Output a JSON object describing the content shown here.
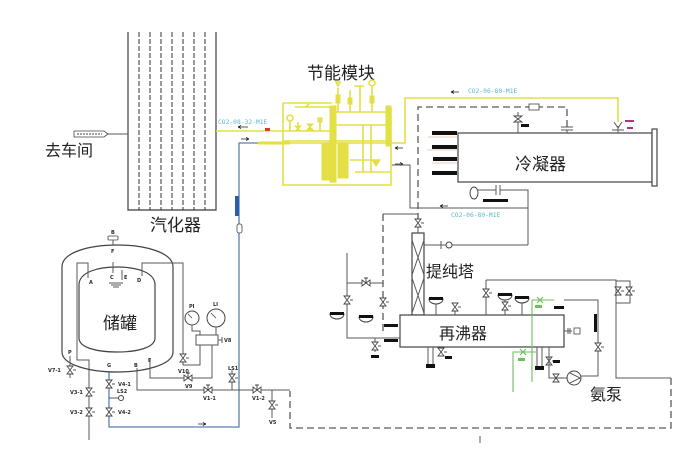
{
  "equipment": {
    "to_workshop": "去车间",
    "vaporizer": "汽化器",
    "energy_module": "节能模块",
    "condenser": "冷凝器",
    "storage_tank": "储罐",
    "purification_tower": "提纯塔",
    "reboiler": "再沸器",
    "ammonia_pump": "氨泵"
  },
  "pipe_labels": {
    "vaporizer_line": "CO2-08-32-M1E",
    "condenser_feed_line": "CO2-06-80-M1E",
    "condenser_return_line": "CO2-06-80-M1E"
  },
  "tank_nozzles": {
    "top_vent": "B",
    "top_inlet": "F",
    "inner_c": "C",
    "inner_e": "E",
    "inner_a": "A",
    "inner_d": "D",
    "bottom_p": "P",
    "bottom_g": "G",
    "bottom_b": "B",
    "bottom_f": "F"
  },
  "instrument_tags": {
    "pressure_gauge": "PI",
    "level_gauge": "LI",
    "manifold_valve": "V8",
    "gauge_valve": "V10",
    "return_valve": "V9",
    "drain_valve": "V7-1",
    "vent_valve_1": "V3-1",
    "vent_valve_2": "V3-2",
    "liquid_valve_1": "V4-1",
    "safety_valve_2": "LS2",
    "liquid_valve_2": "V4-2",
    "outlet_valve_1": "V1-1",
    "safety_valve_1": "LS1",
    "outlet_valve_2": "V1-2",
    "branch_valve": "V5"
  },
  "colors": {
    "energy_line": "#e3df45",
    "pipe_label": "#5ab8cc",
    "liquid_line": "#5b7fb5",
    "coolant_line": "#6cbf5a",
    "process_line": "#5a5a5a",
    "marker": "#d63a3a"
  }
}
